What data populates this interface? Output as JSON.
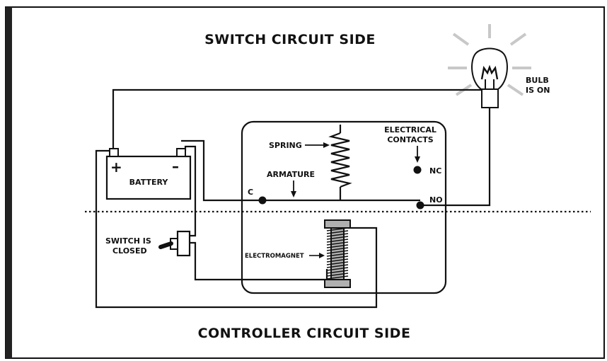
{
  "labels": {
    "switch_side": "SWITCH CIRCUIT SIDE",
    "controller_side": "CONTROLLER CIRCUIT SIDE",
    "bulb_line1": "BULB",
    "bulb_line2": "IS ON",
    "electrical_contacts_line1": "ELECTRICAL",
    "electrical_contacts_line2": "CONTACTS",
    "spring": "SPRING",
    "armature": "ARMATURE",
    "battery": "BATTERY",
    "terminal_c": "C",
    "terminal_nc": "NC",
    "terminal_no": "NO",
    "switch_line1": "SWITCH IS",
    "switch_line2": "CLOSED",
    "electromagnet": "ELECTROMAGNET",
    "battery_plus": "+",
    "battery_minus": "–"
  },
  "colors": {
    "ink": "#111111",
    "frame_left_bar": "#222222",
    "bulb_rays": "#c8c8c8",
    "coil_core": "#b0b0b0"
  }
}
